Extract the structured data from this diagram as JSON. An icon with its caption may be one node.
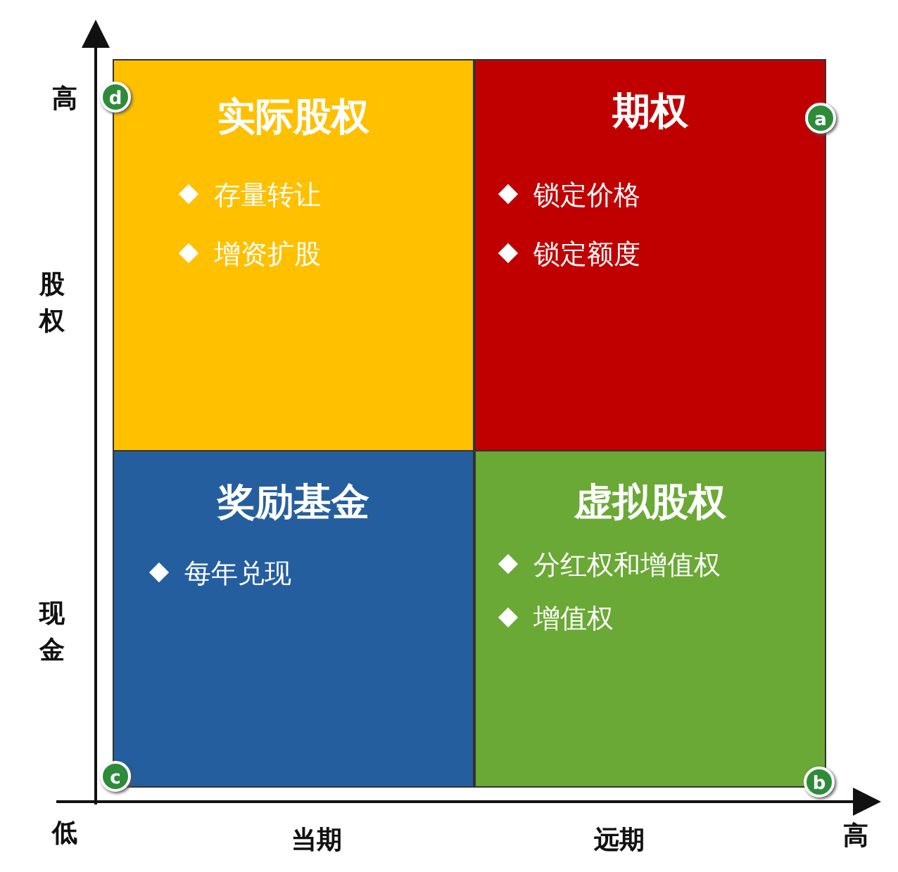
{
  "diagram": {
    "nodes": [
      {
        "text": [
          "实际股权",
          "存量转让",
          "增资扩股"
        ]
      },
      {
        "text": [
          "期权",
          "锁定价格",
          "锁定额度"
        ]
      },
      {
        "text": [
          "奖励基金",
          "每年兑现"
        ]
      },
      {
        "text": [
          "虚拟股权",
          "分红权和增值权",
          "增值权"
        ]
      },
      {
        "text": [
          "d"
        ]
      },
      {
        "text": [
          "a"
        ]
      },
      {
        "text": [
          "c"
        ]
      },
      {
        "text": [
          "b"
        ]
      }
    ],
    "edges": [],
    "labels": [
      "高",
      "股权",
      "现金",
      "低",
      "当期",
      "远期",
      "高"
    ]
  }
}
